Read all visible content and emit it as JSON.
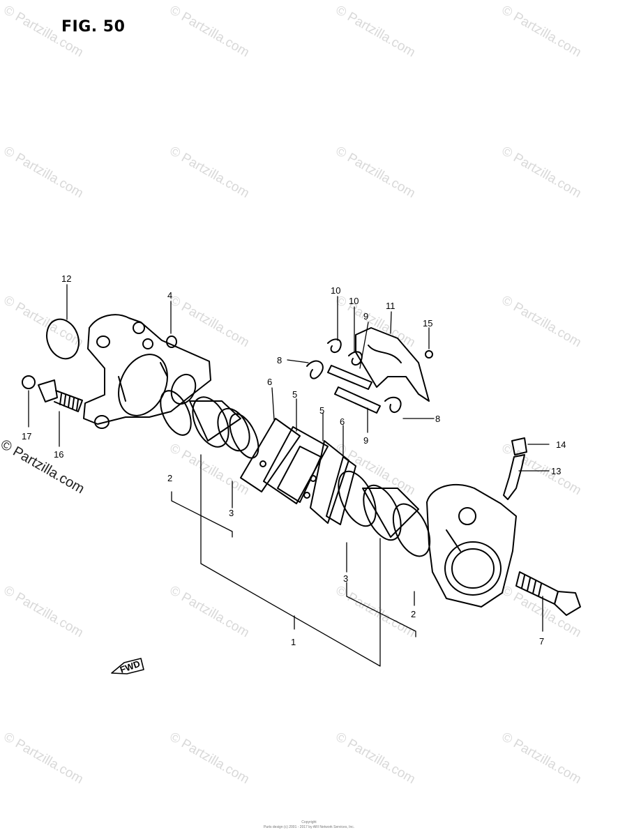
{
  "figure": {
    "title": "FIG. 50"
  },
  "watermark": {
    "text": "© Partzilla.com",
    "left_text": "© Partzilla.com"
  },
  "callouts": [
    {
      "id": "c12",
      "label": "12"
    },
    {
      "id": "c4",
      "label": "4"
    },
    {
      "id": "c10a",
      "label": "10"
    },
    {
      "id": "c10b",
      "label": "10"
    },
    {
      "id": "c9a",
      "label": "9"
    },
    {
      "id": "c11",
      "label": "11"
    },
    {
      "id": "c15",
      "label": "15"
    },
    {
      "id": "c8a",
      "label": "8"
    },
    {
      "id": "c6a",
      "label": "6"
    },
    {
      "id": "c5a",
      "label": "5"
    },
    {
      "id": "c5b",
      "label": "5"
    },
    {
      "id": "c6b",
      "label": "6"
    },
    {
      "id": "c8b",
      "label": "8"
    },
    {
      "id": "c9b",
      "label": "9"
    },
    {
      "id": "c17",
      "label": "17"
    },
    {
      "id": "c16",
      "label": "16"
    },
    {
      "id": "c2a",
      "label": "2"
    },
    {
      "id": "c3a",
      "label": "3"
    },
    {
      "id": "c14",
      "label": "14"
    },
    {
      "id": "c13",
      "label": "13"
    },
    {
      "id": "c3b",
      "label": "3"
    },
    {
      "id": "c2b",
      "label": "2"
    },
    {
      "id": "c7",
      "label": "7"
    },
    {
      "id": "c1",
      "label": "1"
    }
  ],
  "footer": {
    "line1": "Copyright",
    "line2": "Parts design (c) 2001 - 2017 by ARI Network Services, Inc."
  },
  "arrow_label": "FWD"
}
